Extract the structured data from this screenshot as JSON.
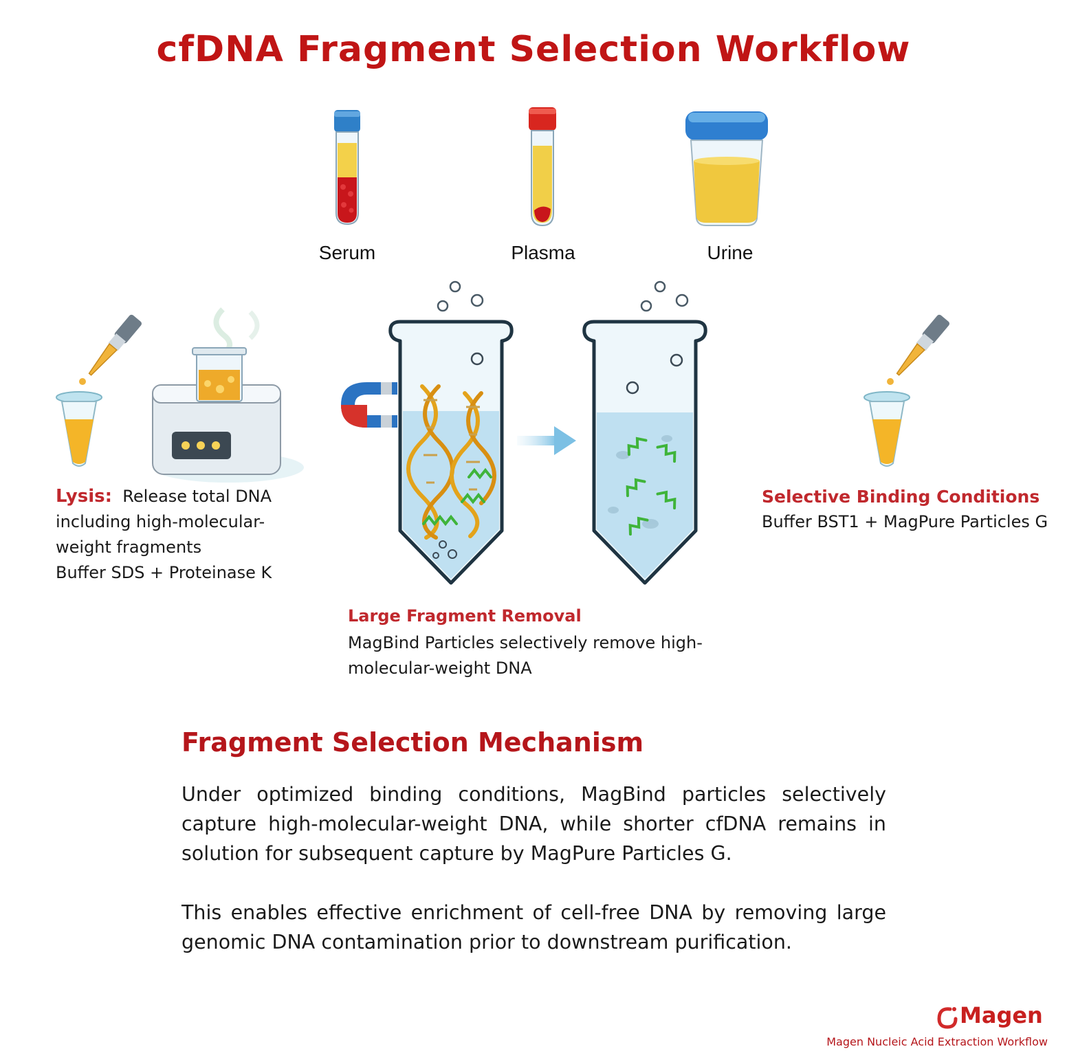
{
  "title": "cfDNA Fragment Selection Workflow",
  "samples": [
    {
      "label": "Serum"
    },
    {
      "label": "Plasma"
    },
    {
      "label": "Urine"
    }
  ],
  "lysis": {
    "title": "Lysis:",
    "line1": "Release total DNA",
    "line2": "including high-molecular-",
    "line3": "weight fragments",
    "line4": "Buffer SDS + Proteinase K"
  },
  "removal": {
    "title": "Large Fragment Removal",
    "line1": "MagBind Particles selectively remove high-",
    "line2": "molecular-weight DNA"
  },
  "binding": {
    "title": "Selective Binding Conditions",
    "line1": "Buffer BST1 + MagPure Particles G"
  },
  "mechanism": {
    "title": "Fragment Selection Mechanism",
    "para1": "Under optimized binding conditions, MagBind particles selectively capture high-molecular-weight DNA, while shorter cfDNA remains in solution for subsequent capture by MagPure Particles G.",
    "para2": "This enables effective enrichment of cell-free DNA by removing large genomic DNA contamination prior to downstream purification."
  },
  "footer": {
    "brand": "Magen",
    "subtitle": "Magen Nucleic Acid Extraction Workflow"
  },
  "colors": {
    "accent_red": "#c01515",
    "tube_blue": "#3a86cc",
    "dna_gold": "#e0a21a",
    "dna_green": "#3fb43a",
    "liquid_blue": "#bfe0f1"
  }
}
